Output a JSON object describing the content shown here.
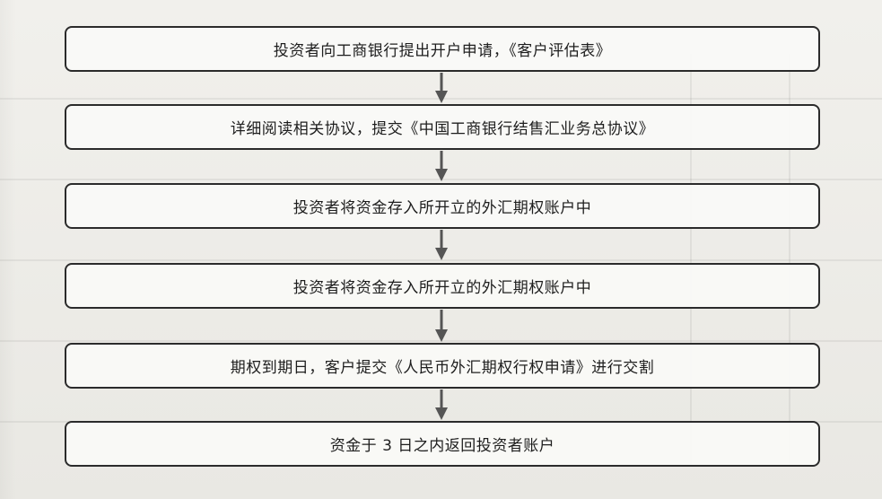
{
  "diagram": {
    "steps": [
      {
        "text": "投资者向工商银行提出开户申请，《客户评估表》"
      },
      {
        "text": "详细阅读相关协议，提交《中国工商银行结售汇业务总协议》"
      },
      {
        "text": "投资者将资金存入所开立的外汇期权账户中"
      },
      {
        "text": "投资者将资金存入所开立的外汇期权账户中"
      },
      {
        "text": "期权到期日，客户提交《人民币外汇期权行权申请》进行交割"
      },
      {
        "text": "资金于 3 日之内返回投资者账户"
      }
    ],
    "colors": {
      "border": "#2b2b2b",
      "arrow": "#555555",
      "box_fill": "#fafaf7"
    }
  }
}
